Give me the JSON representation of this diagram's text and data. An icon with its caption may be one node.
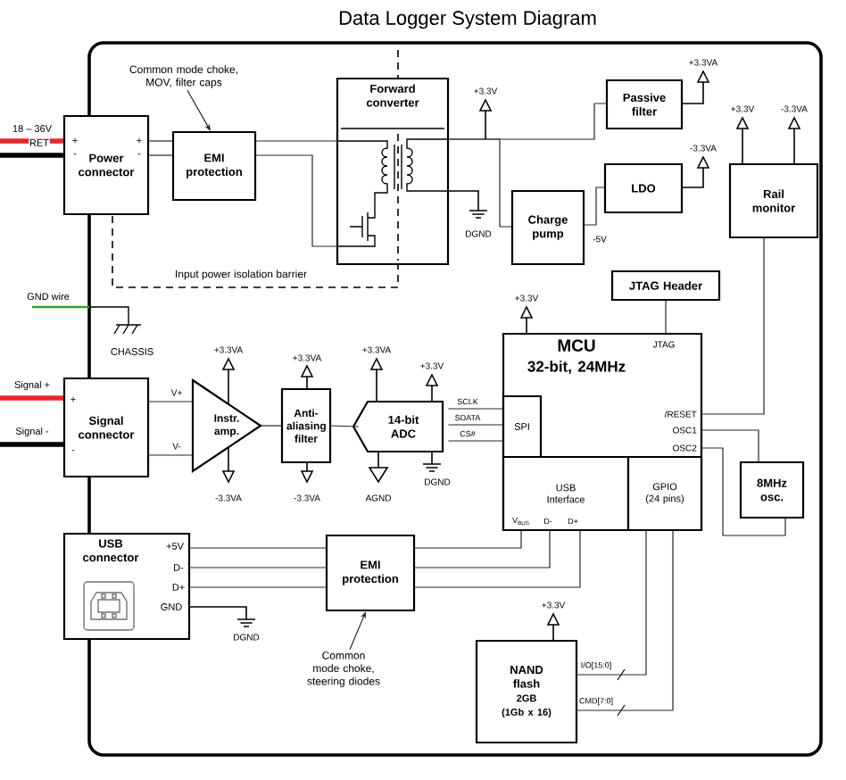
{
  "diagram": {
    "title": "Data Logger System Diagram",
    "nodes": [
      {
        "text": [
          "Power connector"
        ]
      },
      {
        "text": [
          "EMI protection"
        ]
      },
      {
        "text": [
          "Forward converter"
        ]
      },
      {
        "text": [
          "Passive filter"
        ],
        "beside": [
          "+3.3VA"
        ]
      },
      {
        "text": [
          "LDO"
        ],
        "beside": [
          "-3.3VA"
        ]
      },
      {
        "text": [
          "Charge pump"
        ]
      },
      {
        "text": [
          "Rail monitor"
        ],
        "beside": [
          "+3.3V",
          "-3.3VA"
        ]
      },
      {
        "text": [
          "JTAG Header"
        ]
      },
      {
        "text": [
          "MCU",
          "32-bit, 24MHz"
        ],
        "beside": [
          "+3.3V"
        ]
      },
      {
        "text": [
          "SPI"
        ],
        "in": 8
      },
      {
        "text": [
          "USB Interface"
        ],
        "in": 8
      },
      {
        "text": [
          "GPIO (24 pins)"
        ],
        "in": 8
      },
      {
        "text": [
          "8MHz osc."
        ]
      },
      {
        "text": [
          "Signal connector"
        ]
      },
      {
        "text": [
          "Instr. amp."
        ],
        "beside": [
          "+3.3VA",
          "-3.3VA"
        ]
      },
      {
        "text": [
          "Anti-aliasing filter"
        ],
        "beside": [
          "+3.3VA",
          "-3.3VA"
        ]
      },
      {
        "text": [
          "14-bit ADC"
        ],
        "beside": [
          "+3.3VA",
          "+3.3V",
          "AGND",
          "DGND"
        ]
      },
      {
        "text": [
          "USB connector"
        ]
      },
      {
        "text": [
          "EMI protection"
        ]
      },
      {
        "text": [
          "NAND flash",
          "2GB",
          "(1Gb x 16)"
        ],
        "beside": [
          "+3.3V"
        ]
      },
      {
        "text": [
          "Common mode choke, MOV, filter caps"
        ]
      },
      {
        "text": [
          "Common mode choke, steering diodes"
        ]
      }
    ],
    "edges": [
      {
        "from": null,
        "to": 0,
        "arrow": "none",
        "label": "18 – 36V",
        "style": "thick",
        "color": "#e8262b"
      },
      {
        "from": null,
        "to": 0,
        "arrow": "none",
        "label": "RET",
        "style": "thick",
        "color": "#000000"
      },
      {
        "from": 0,
        "to": 1,
        "arrow": "none"
      },
      {
        "from": 0,
        "to": 1,
        "arrow": "none"
      },
      {
        "from": 1,
        "to": 2,
        "arrow": "none"
      },
      {
        "from": 1,
        "to": 2,
        "arrow": "none"
      },
      {
        "from": 2,
        "to": 3,
        "arrow": "none"
      },
      {
        "from": 2,
        "to": 5,
        "arrow": "none"
      },
      {
        "from": 5,
        "to": 4,
        "arrow": "none"
      },
      {
        "from": 6,
        "to": 8,
        "arrow": "none"
      },
      {
        "from": 7,
        "to": 8,
        "arrow": "none"
      },
      {
        "from": null,
        "to": 13,
        "arrow": "none",
        "label": "Signal +",
        "style": "thick",
        "color": "#e8262b"
      },
      {
        "from": null,
        "to": 13,
        "arrow": "none",
        "label": "Signal -",
        "style": "thick",
        "color": "#000000"
      },
      {
        "from": 13,
        "to": 14,
        "arrow": "none",
        "label": "V+"
      },
      {
        "from": 13,
        "to": 14,
        "arrow": "none",
        "label": "V-"
      },
      {
        "from": 14,
        "to": 15,
        "arrow": "none"
      },
      {
        "from": 15,
        "to": 16,
        "arrow": "none"
      },
      {
        "from": 16,
        "to": 9,
        "arrow": "none",
        "label": "SCLK"
      },
      {
        "from": 16,
        "to": 9,
        "arrow": "none",
        "label": "SDATA"
      },
      {
        "from": 16,
        "to": 9,
        "arrow": "none",
        "label": "CS#"
      },
      {
        "from": 8,
        "to": 12,
        "arrow": "none"
      },
      {
        "from": 8,
        "to": 12,
        "arrow": "none"
      },
      {
        "from": 17,
        "to": 18,
        "arrow": "none"
      },
      {
        "from": 17,
        "to": 18,
        "arrow": "none"
      },
      {
        "from": 17,
        "to": 18,
        "arrow": "none"
      },
      {
        "from": 18,
        "to": 10,
        "arrow": "none"
      },
      {
        "from": 18,
        "to": 10,
        "arrow": "none"
      },
      {
        "from": 18,
        "to": 10,
        "arrow": "none"
      },
      {
        "from": 11,
        "to": 19,
        "arrow": "none",
        "label": "I/O[15:0]"
      },
      {
        "from": 11,
        "to": 19,
        "arrow": "none",
        "label": "CMD[7:0]"
      },
      {
        "from": 20,
        "to": 1,
        "arrow": "to"
      },
      {
        "from": 21,
        "to": 18,
        "arrow": "to"
      }
    ],
    "labels": [
      "+",
      "+",
      "-",
      "-",
      "+3.3V",
      "DGND",
      "-5V",
      "Input power isolation barrier",
      "GND wire",
      "CHASSIS",
      "JTAG",
      "/RESET",
      "OSC1",
      "OSC2",
      "+",
      "-",
      "V$_{BUS}$",
      "D-",
      "D+",
      "+5V",
      "D-",
      "D+",
      "GND",
      "DGND"
    ]
  }
}
